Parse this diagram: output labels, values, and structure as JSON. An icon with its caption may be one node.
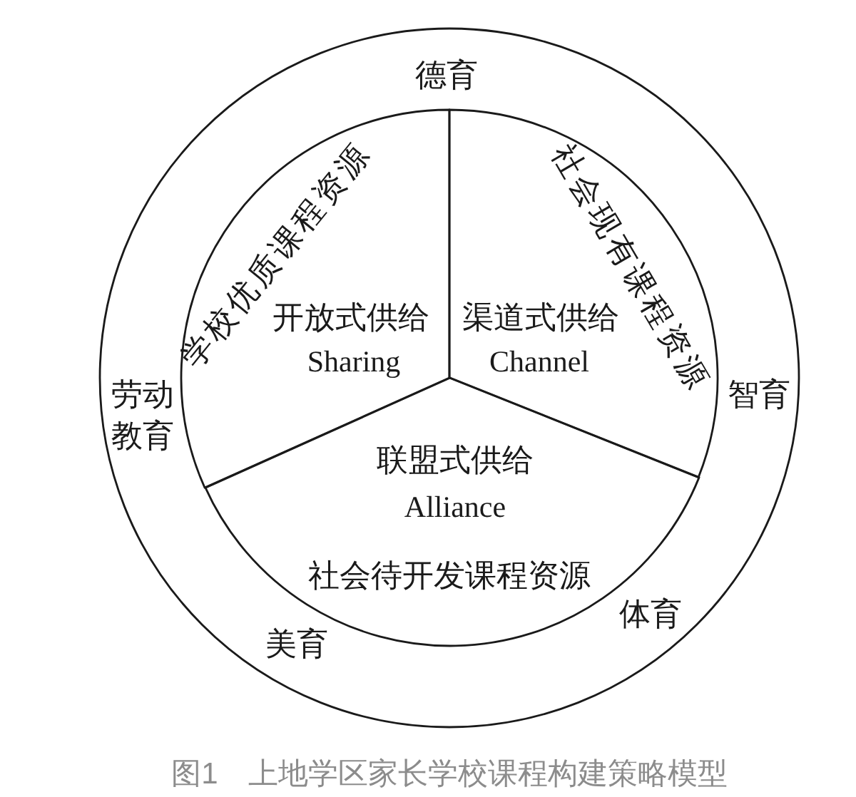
{
  "diagram": {
    "caption": "图1　上地学区家长学校课程构建策略模型",
    "nodes": [
      {
        "text": [
          "德育",
          "劳动教育",
          "智育",
          "体育",
          "美育"
        ]
      },
      {
        "text": [
          "学校优质课程资源",
          "开放式供给",
          "Sharing"
        ],
        "in": 0
      },
      {
        "text": [
          "社会现有课程资源",
          "渠道式供给",
          "Channel"
        ],
        "in": 0
      },
      {
        "text": [
          "联盟式供给",
          "Alliance",
          "社会待开发课程资源"
        ],
        "in": 0
      }
    ]
  }
}
